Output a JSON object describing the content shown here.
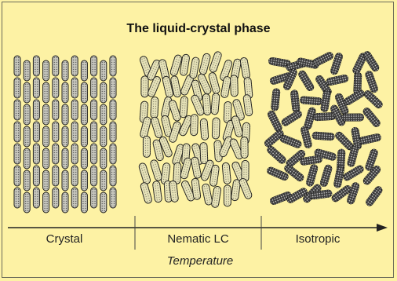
{
  "title": "The liquid-crystal phase",
  "phases": [
    {
      "label": "Crystal"
    },
    {
      "label": "Nematic LC"
    },
    {
      "label": "Isotropic"
    }
  ],
  "axis_label": "Temperature",
  "colors": {
    "background": "#fdf2a4",
    "crystal_molecule": "#c9c9c0",
    "nematic_molecule": "#e6e2b8",
    "isotropic_molecule": "#3b3b3b",
    "outline": "#1a1a1a"
  }
}
